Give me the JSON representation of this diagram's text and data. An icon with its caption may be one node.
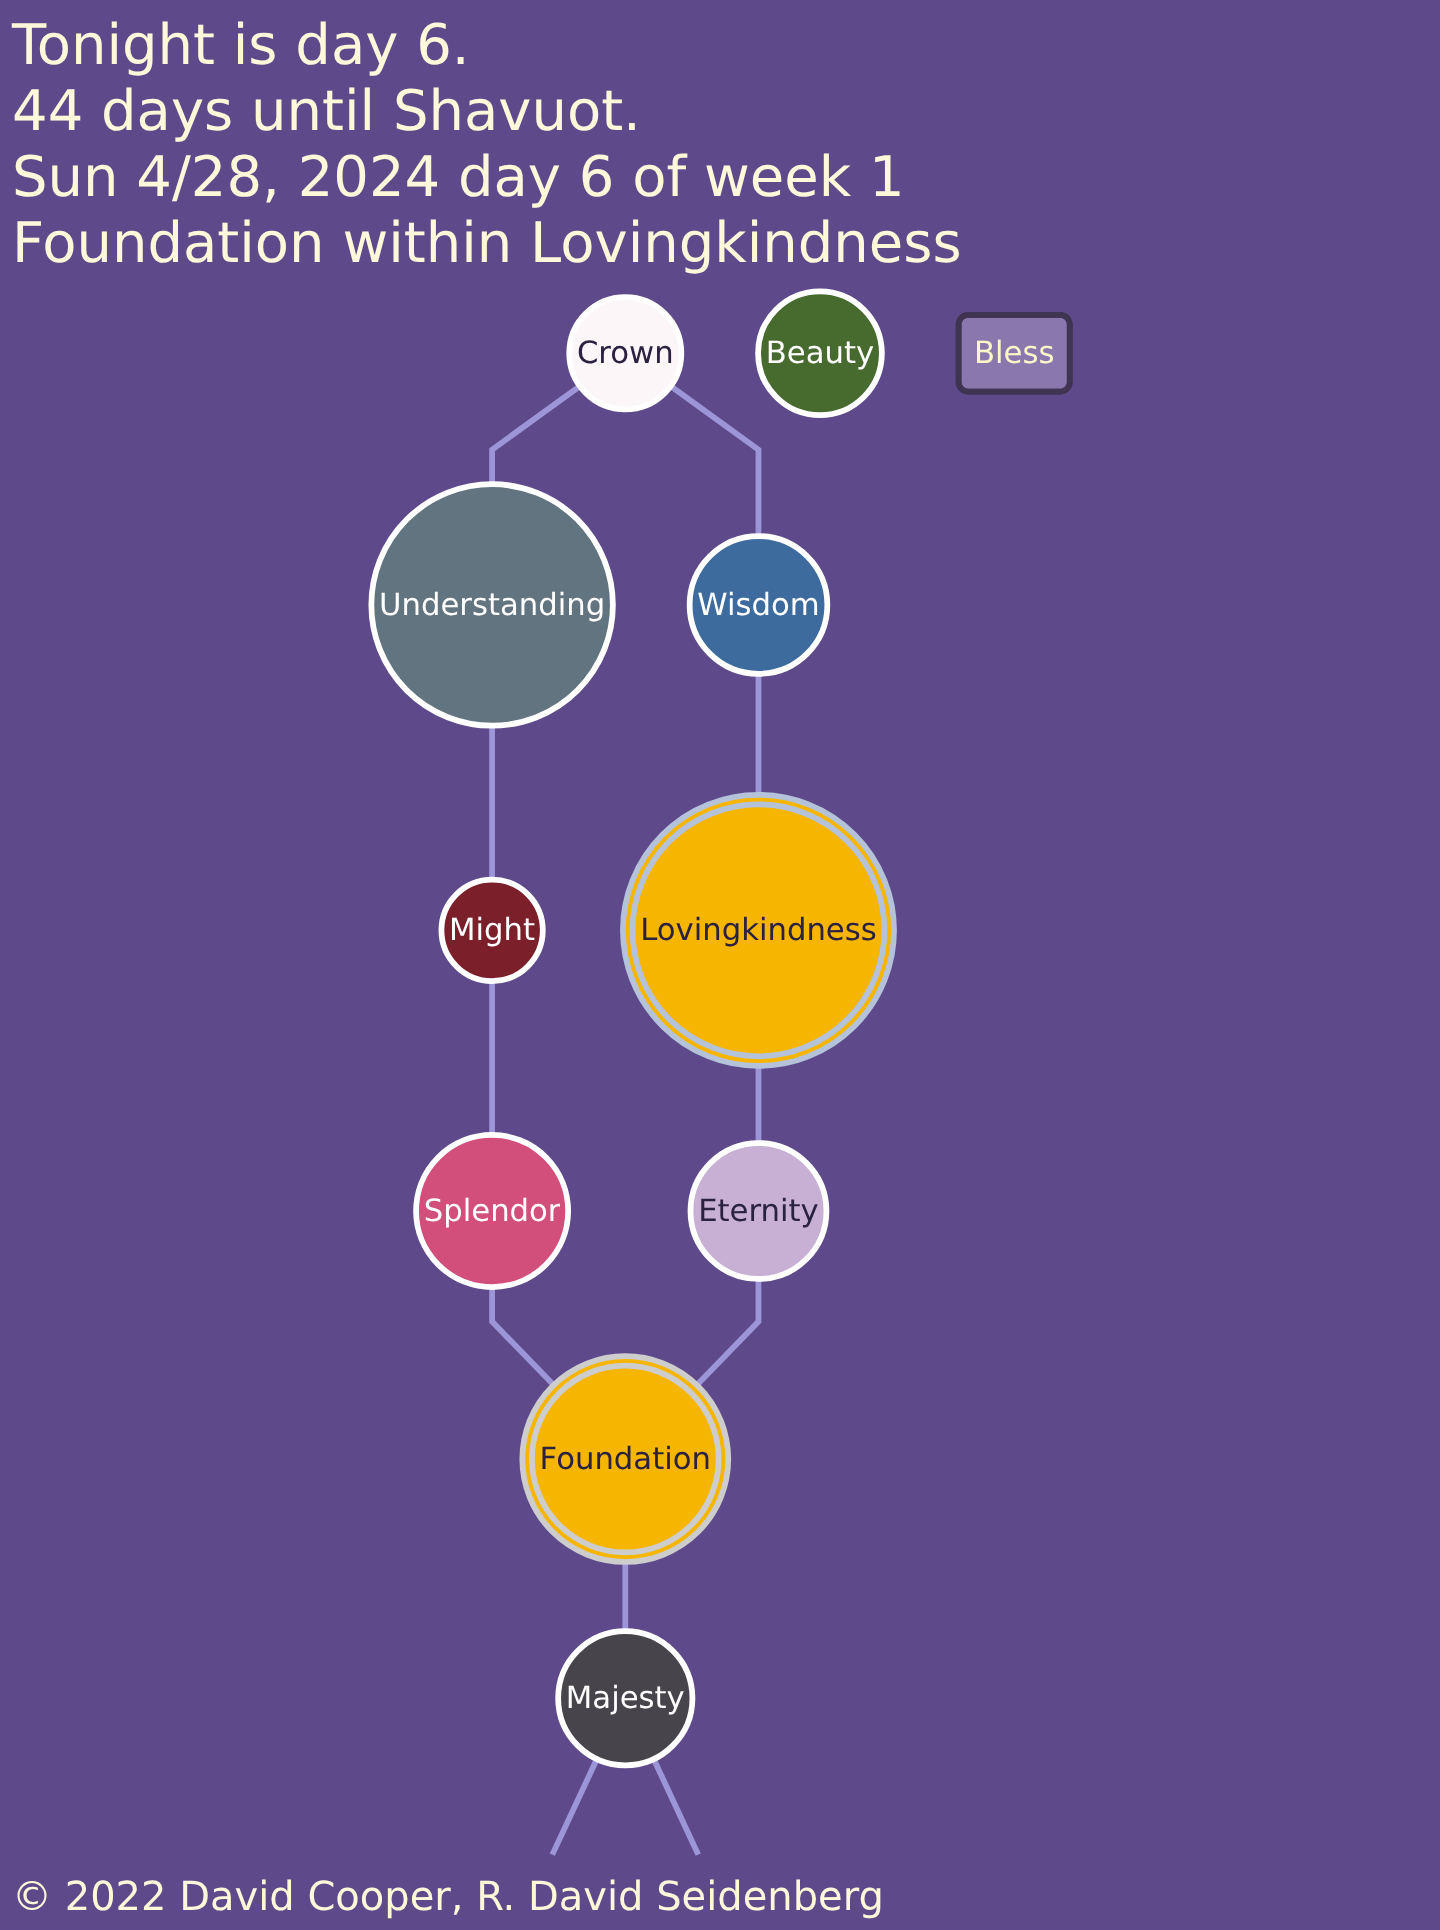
{
  "diagram": {
    "caption": "© 2022 David Cooper, R. David Seidenberg",
    "nodes": [
      {
        "text": [
          "Crown"
        ]
      },
      {
        "text": [
          "Understanding"
        ]
      },
      {
        "text": [
          "Wisdom"
        ]
      },
      {
        "text": [
          "Might"
        ]
      },
      {
        "text": [
          "Lovingkindness"
        ]
      },
      {
        "text": [
          "Beauty"
        ]
      },
      {
        "text": [
          "Splendor"
        ]
      },
      {
        "text": [
          "Eternity"
        ]
      },
      {
        "text": [
          "Bless"
        ]
      },
      {
        "text": [
          "Foundation"
        ]
      },
      {
        "text": [
          "Majesty"
        ]
      }
    ],
    "edges": [
      {
        "from": 0,
        "to": 1,
        "arrow": "none"
      },
      {
        "from": 0,
        "to": 2,
        "arrow": "none"
      },
      {
        "from": 1,
        "to": 3,
        "arrow": "none"
      },
      {
        "from": 2,
        "to": 4,
        "arrow": "none"
      },
      {
        "from": 3,
        "to": 6,
        "arrow": "none"
      },
      {
        "from": 4,
        "to": 7,
        "arrow": "none"
      },
      {
        "from": 6,
        "to": 9,
        "arrow": "none"
      },
      {
        "from": 7,
        "to": 9,
        "arrow": "none"
      },
      {
        "from": 9,
        "to": 10,
        "arrow": "none"
      },
      {
        "from": 10,
        "to": null,
        "arrow": "none"
      },
      {
        "from": 10,
        "to": null,
        "arrow": "none"
      }
    ],
    "labels": [
      "Tonight is day 6.",
      "44 days until Shavuot.",
      "Sun 4/28, 2024 day 6 of week 1",
      "Foundation within Lovingkindness"
    ]
  }
}
